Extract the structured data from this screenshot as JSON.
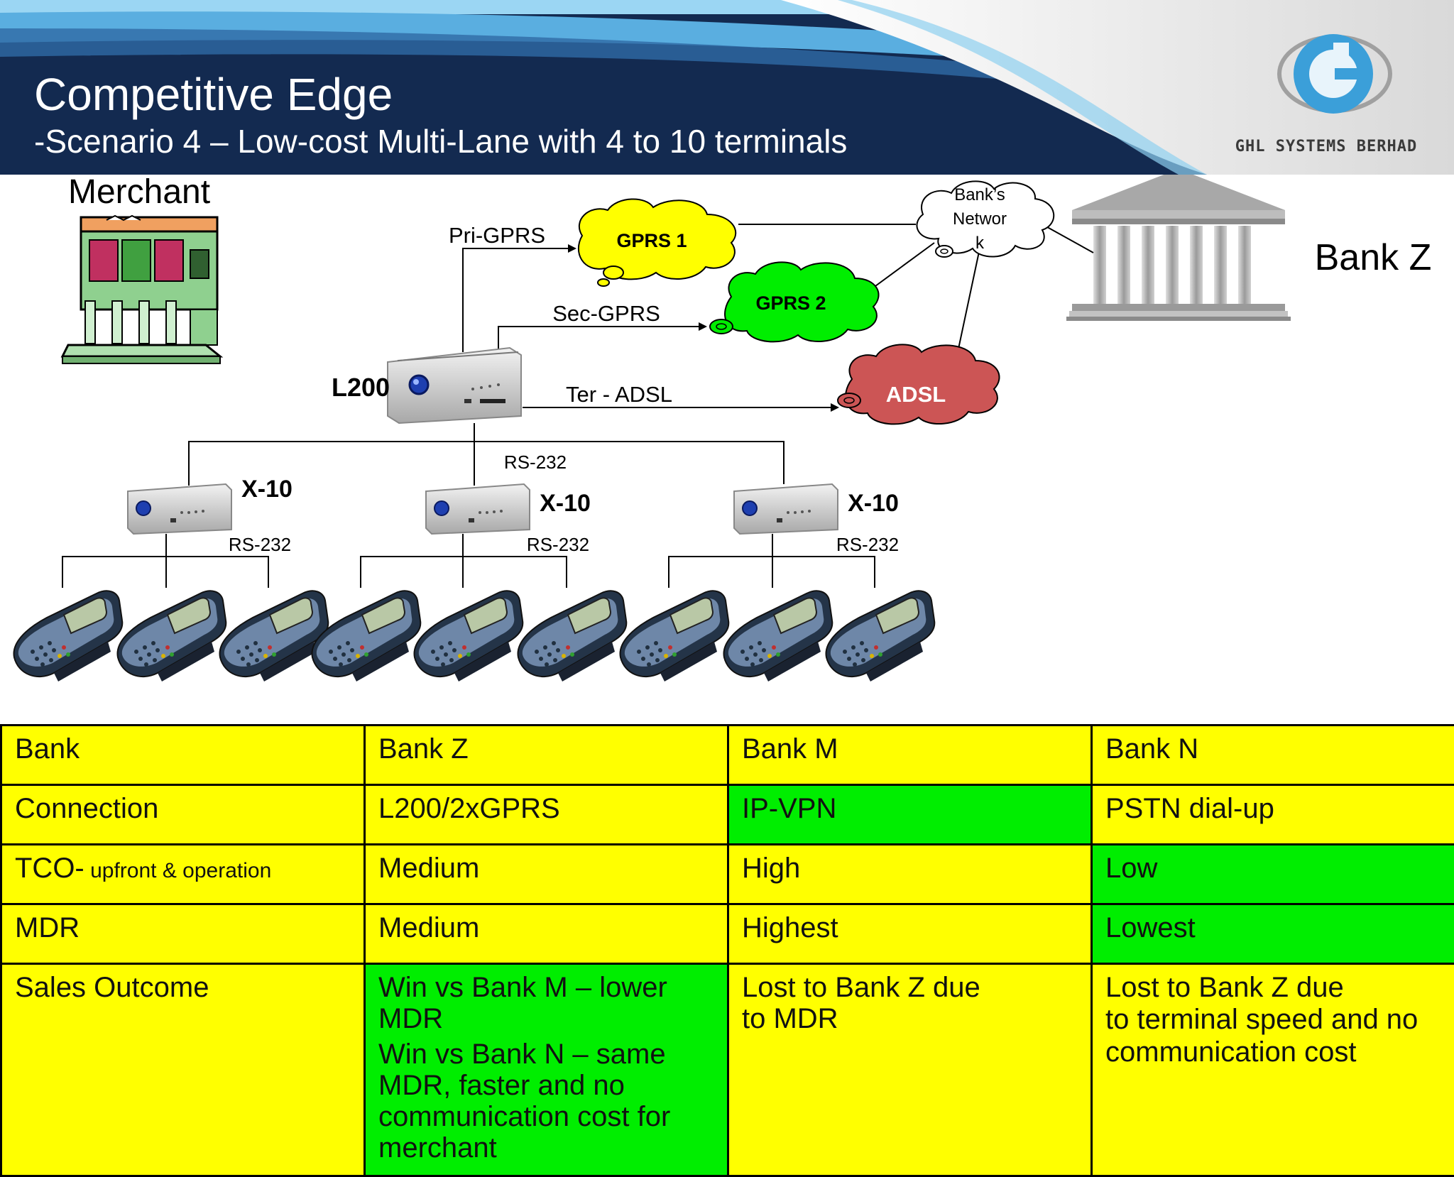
{
  "header": {
    "title": "Competitive Edge",
    "subtitle": "-Scenario 4  – Low-cost Multi-Lane with 4 to 10 terminals",
    "brand_name": "GHL SYSTEMS BERHAD",
    "logo_letter": "G",
    "logo_icon": "ghl-logo-icon",
    "colors": {
      "navy": "#132a50",
      "sky": "#8ed0f0",
      "mid_blue": "#2f6aa5"
    }
  },
  "diagram": {
    "merchant_label": "Merchant",
    "bank_label": "Bank Z",
    "bank_network_lines": [
      "Bank’s",
      "Networ",
      "k"
    ],
    "l200_label": "L200",
    "gprs1_label": "GPRS 1",
    "gprs2_label": "GPRS 2",
    "adsl_label": "ADSL",
    "pri_gprs_label": "Pri-GPRS",
    "sec_gprs_label": "Sec-GPRS",
    "ter_adsl_label": "Ter - ADSL",
    "rs232_label": "RS-232",
    "x10_label": "X-10",
    "cloud_colors": {
      "gprs1": "#ffff00",
      "gprs2": "#00ee00",
      "adsl": "#cc5555",
      "bank_network": "#ffffff"
    }
  },
  "table": {
    "rows": [
      {
        "label": "Bank",
        "cells": [
          "Bank Z",
          "Bank M",
          "Bank N"
        ]
      },
      {
        "label": "Connection",
        "cells": [
          "L200/2xGPRS",
          "IP-VPN",
          "PSTN dial-up"
        ]
      },
      {
        "label": "TCO-",
        "label_small": " upfront & operation",
        "cells": [
          "Medium",
          "High",
          "Low"
        ]
      },
      {
        "label": "MDR",
        "cells": [
          "Medium",
          "Highest",
          "Lowest"
        ]
      },
      {
        "label": "Sales Outcome",
        "z_notes": [
          "Win vs Bank M – lower MDR",
          "Win vs Bank N – same MDR, faster and no communication cost for merchant"
        ],
        "m_lines": [
          "Lost to Bank Z due",
          "to MDR"
        ],
        "n_lines": [
          "Lost to Bank Z due",
          "to terminal speed and no communication cost"
        ]
      }
    ],
    "colors": {
      "yellow": "#ffff00",
      "green": "#00ee00"
    }
  }
}
